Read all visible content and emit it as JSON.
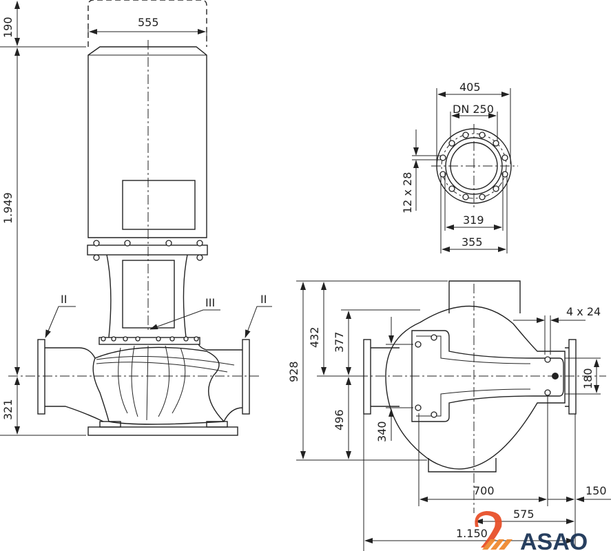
{
  "side_view": {
    "dim_top": "190",
    "dim_width": "555",
    "dim_height": "1.949",
    "dim_bottom": "321",
    "label_left": "II",
    "label_right": "II",
    "label_center": "III"
  },
  "flange_view": {
    "dim_outer": "405",
    "dim_nominal": "DN 250",
    "dim_holes": "12 x 28",
    "dim_inner": "319",
    "dim_bolt_circle": "355"
  },
  "plan_view": {
    "dim_total_height": "928",
    "dim_upper": "432",
    "dim_upper_inner": "377",
    "dim_lower": "496",
    "dim_lower_inner": "340",
    "dim_foot_holes": "4 x 24",
    "dim_foot_width": "180",
    "dim_700": "700",
    "dim_150": "150",
    "dim_575": "575",
    "dim_total_width": "1.150"
  },
  "logo": {
    "text": "ASAO",
    "primary": "#1c3557",
    "accent": "#e8502a"
  }
}
